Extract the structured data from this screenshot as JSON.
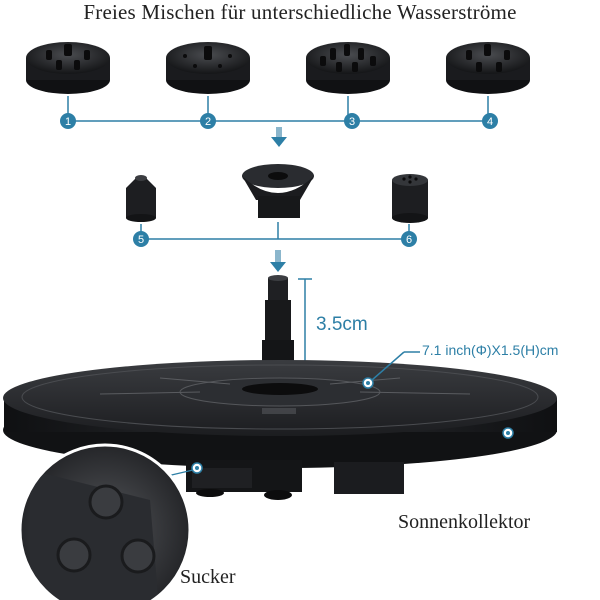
{
  "title": "Freies Mischen für unterschiedliche Wasserströme",
  "nozzle_numbers": [
    "1",
    "2",
    "3",
    "4",
    "5",
    "6"
  ],
  "height_label": "3.5cm",
  "size_label": "7.1 inch(Φ)X1.5(H)cm",
  "sonnenkollektor_label": "Sonnenkollektor",
  "sucker_label": "Sucker",
  "colors": {
    "accent": "#2d7fa6",
    "device": "#1e1f22",
    "line": "#2d7fa6"
  }
}
